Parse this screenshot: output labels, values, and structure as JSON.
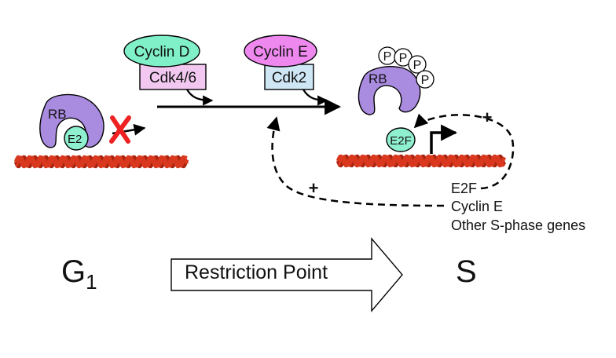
{
  "colors": {
    "dna": "#d9381e",
    "dna_dark": "#a8240f",
    "rb": "#a98be0",
    "e2f": "#8ff0cf",
    "cyclin_d": "#7ff0c8",
    "cyclin_e": "#ee88ee",
    "cdk46": "#f2c8f0",
    "cdk2": "#cfe6f5",
    "inhibit_x": "#e22",
    "line": "#000000"
  },
  "left_complex": {
    "rb_label": "RB",
    "e2f_label": "E2"
  },
  "kinases": {
    "cyclin_d": "Cyclin D",
    "cdk46": "Cdk4/6",
    "cyclin_e": "Cyclin E",
    "cdk2": "Cdk2"
  },
  "right_complex": {
    "rb_label": "RB",
    "phosphates": [
      "P",
      "P",
      "P",
      "P"
    ],
    "e2f_label": "E2F"
  },
  "feedback": {
    "plus_left": "+",
    "plus_right": "+"
  },
  "target_genes": [
    "E2F",
    "Cyclin E",
    "Other S-phase genes"
  ],
  "phases": {
    "g1_main": "G",
    "g1_sub": "1",
    "s": "S"
  },
  "restriction_point": "Restriction Point",
  "icons": {
    "inhibition": "x-mark-icon",
    "transcription": "bent-arrow-icon"
  }
}
